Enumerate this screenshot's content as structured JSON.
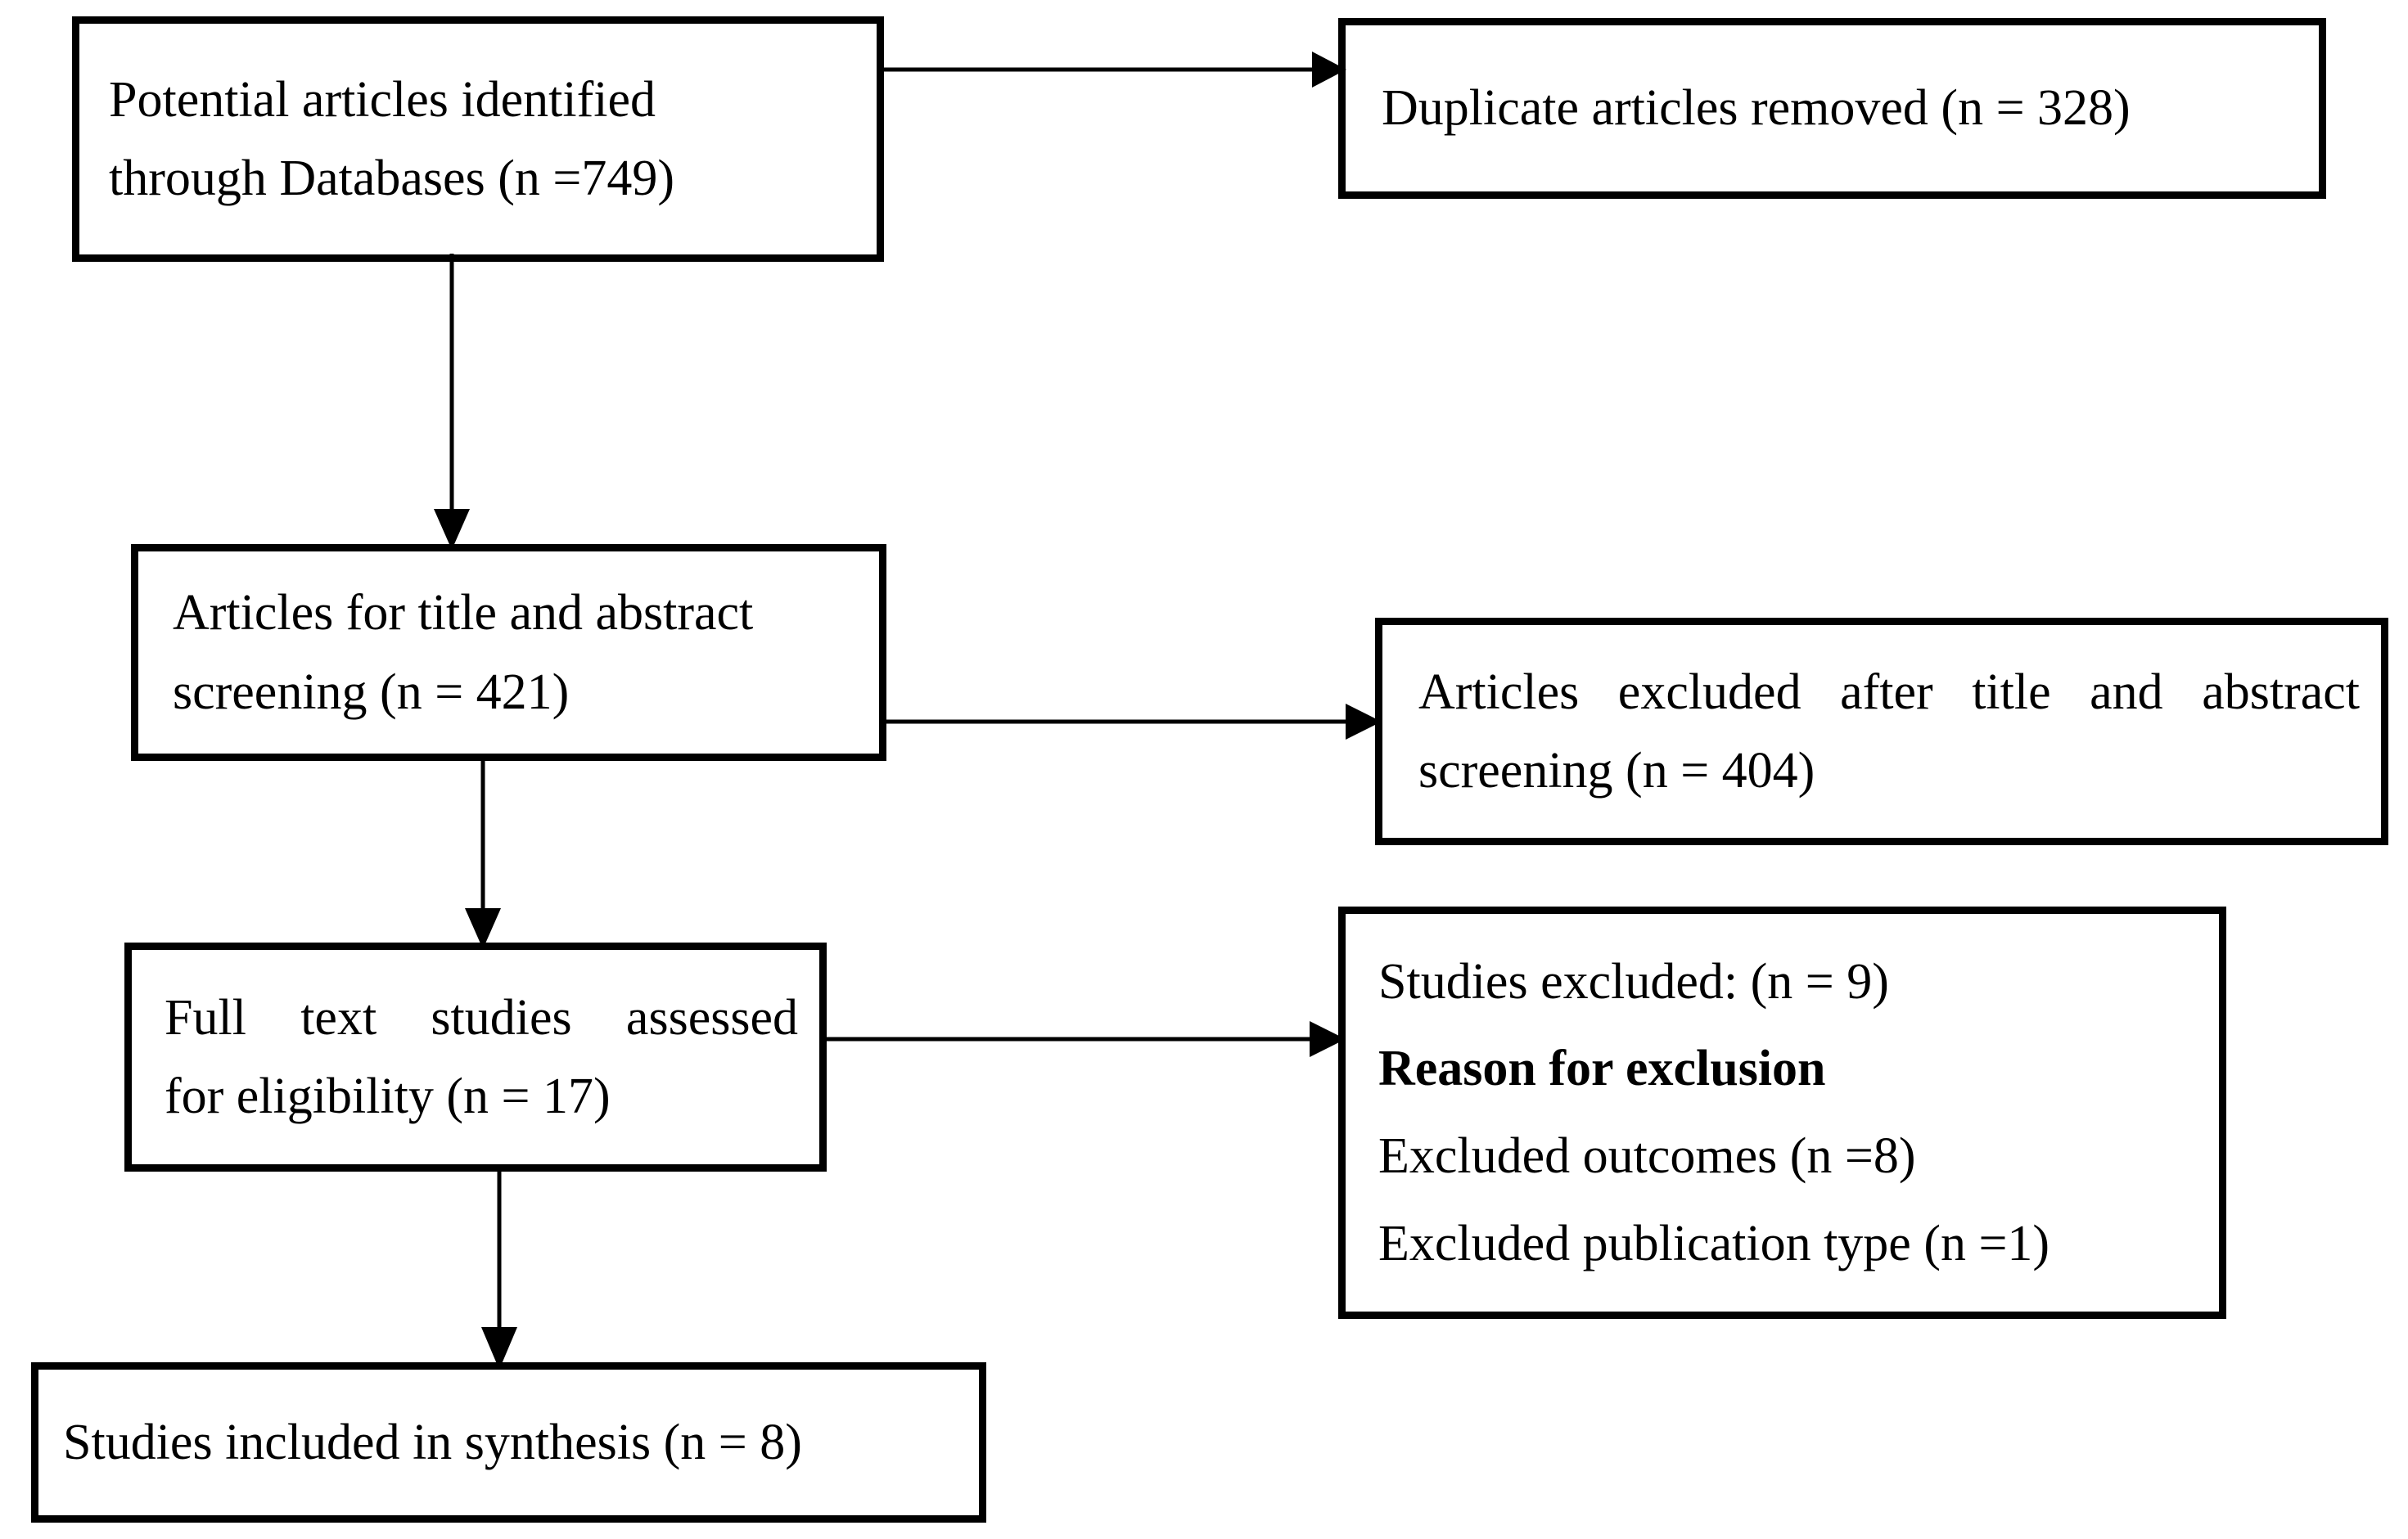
{
  "diagram": {
    "title": "PRISMA study selection flow diagram",
    "stroke_color": "#000000",
    "background_color": "#ffffff",
    "nodes": {
      "identified": {
        "lines": [
          "Potential articles identified",
          "through Databases (n =749)"
        ]
      },
      "duplicates": {
        "lines": [
          "Duplicate articles removed (n = 328)"
        ]
      },
      "screening": {
        "lines": [
          "Articles for title and abstract",
          "screening (n = 421)"
        ]
      },
      "excluded_title_abstract": {
        "lines": [
          "Articles excluded after title and abstract",
          "screening (n = 404)"
        ]
      },
      "fulltext": {
        "lines": [
          "Full text studies assessed",
          "for eligibility (n = 17)"
        ]
      },
      "excluded_reasons": {
        "lines": [
          "Studies excluded: (n = 9)",
          "Reason for exclusion",
          "Excluded outcomes (n =8)",
          "Excluded publication type (n =1)"
        ],
        "bold_line_index": 1
      },
      "included": {
        "lines": [
          "Studies included in synthesis (n = 8)"
        ]
      }
    },
    "connectors": [
      {
        "name": "identified-to-duplicates",
        "direction": "right"
      },
      {
        "name": "identified-to-screening",
        "direction": "down"
      },
      {
        "name": "screening-to-excluded-title-abstract",
        "direction": "right"
      },
      {
        "name": "screening-to-fulltext",
        "direction": "down"
      },
      {
        "name": "fulltext-to-excluded-reasons",
        "direction": "right"
      },
      {
        "name": "fulltext-to-included",
        "direction": "down"
      }
    ]
  },
  "chart_data": {
    "type": "diagram",
    "title": "PRISMA flow of study selection",
    "stages": [
      {
        "stage": "Potential articles identified through Databases",
        "n": 749
      },
      {
        "stage": "Duplicate articles removed",
        "n": 328
      },
      {
        "stage": "Articles for title and abstract screening",
        "n": 421
      },
      {
        "stage": "Articles excluded after title and abstract screening",
        "n": 404
      },
      {
        "stage": "Full text studies assessed for eligibility",
        "n": 17
      },
      {
        "stage": "Studies excluded",
        "n": 9
      },
      {
        "stage": "Excluded outcomes",
        "n": 8
      },
      {
        "stage": "Excluded publication type",
        "n": 1
      },
      {
        "stage": "Studies included in synthesis",
        "n": 8
      }
    ]
  }
}
